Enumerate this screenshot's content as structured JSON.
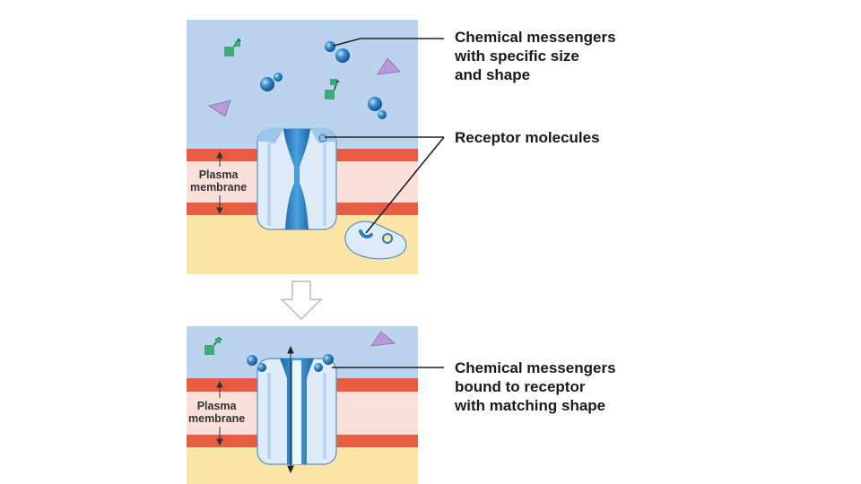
{
  "labels": {
    "messengers_top": "Chemical messengers\nwith specific size\nand shape",
    "receptors": "Receptor molecules",
    "messengers_bound": "Chemical messengers\nbound to receptor\nwith matching shape",
    "plasma_top_1": "Plasma",
    "plasma_top_2": "membrane",
    "plasma_bottom_1": "Plasma",
    "plasma_bottom_2": "membrane"
  },
  "colors": {
    "extracellular": "#bcd3ee",
    "intracellular": "#fbe6a8",
    "membrane_inner": "#fbe0d9",
    "membrane_band": "#e85c42",
    "receptor_light": "#ddecf8",
    "receptor_dark": "#2b7bbf",
    "messenger_sphere": "#2f86c9",
    "messenger_green": "#3dab79",
    "messenger_purple": "#b79ad6"
  }
}
